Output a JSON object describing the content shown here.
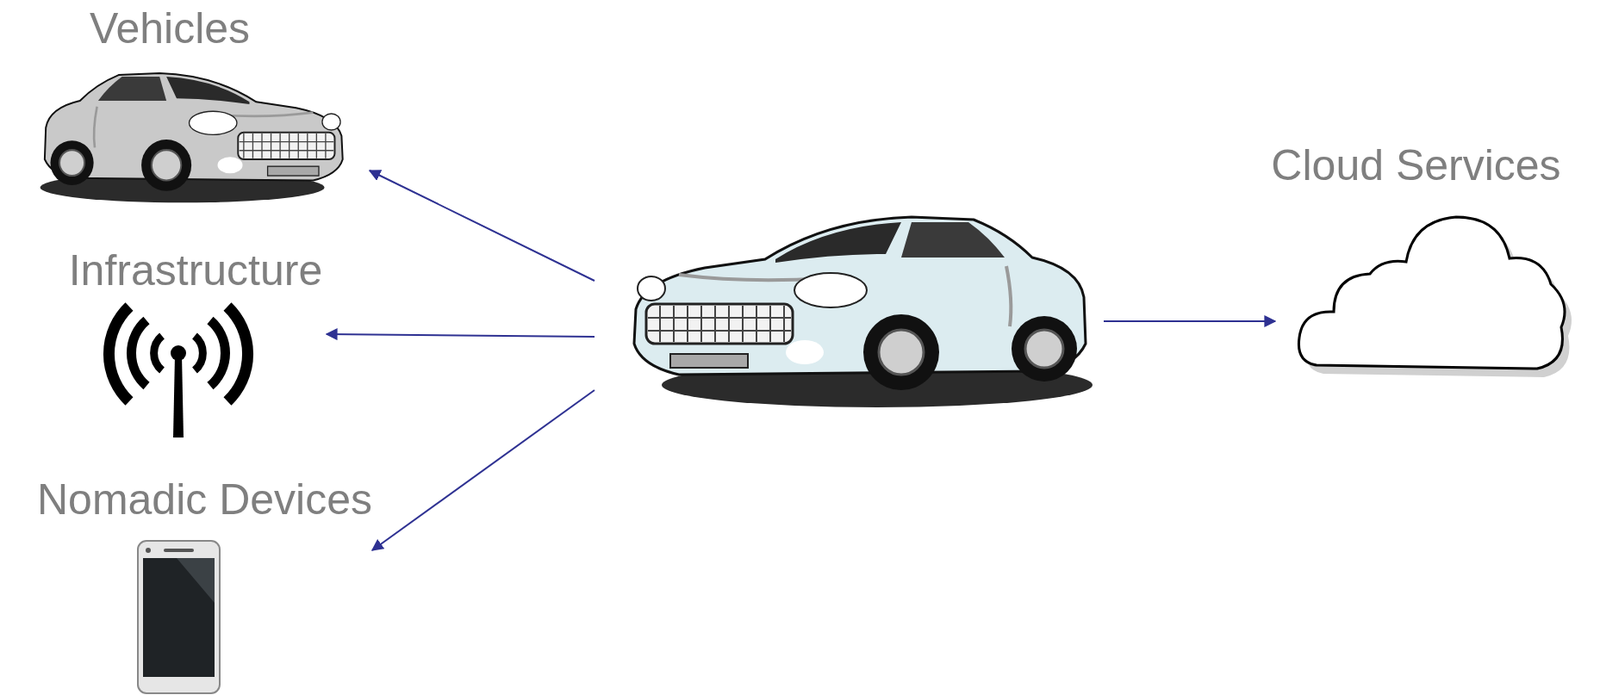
{
  "diagram": {
    "nodes": [
      {
        "text": [
          "Vehicles"
        ]
      },
      {
        "text": [
          "Infrastructure"
        ]
      },
      {
        "text": [
          "Nomadic Devices"
        ]
      },
      {
        "text": [
          "Cloud Services"
        ]
      }
    ]
  }
}
